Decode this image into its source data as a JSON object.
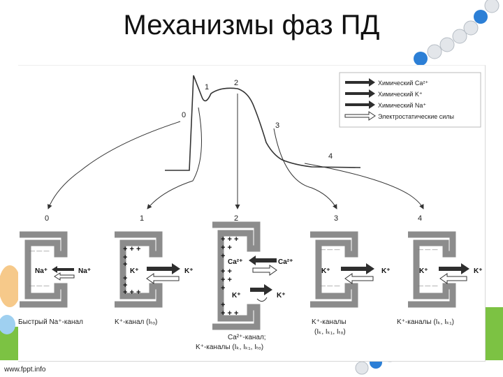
{
  "slide": {
    "title": "Механизмы фаз ПД",
    "footer": "www.fppt.info"
  },
  "legend": {
    "items": [
      {
        "label": "Химический Ca²⁺",
        "style": "dark-arrow"
      },
      {
        "label": "Химический K⁺",
        "style": "dark-arrow"
      },
      {
        "label": "Химический Na⁺",
        "style": "dark-arrow"
      },
      {
        "label": "Электростатические силы",
        "style": "outline-arrow"
      }
    ]
  },
  "curve_phases": [
    "0",
    "1",
    "2",
    "3",
    "4"
  ],
  "channels": [
    {
      "phase": "0",
      "caption_lines": [
        "Быстрый Na⁺-канал"
      ],
      "ions": [
        "Na⁺",
        "Na⁺"
      ]
    },
    {
      "phase": "1",
      "caption_lines": [
        "K⁺-канал (Iₜₒ)"
      ],
      "ions": [
        "K⁺",
        "K⁺"
      ]
    },
    {
      "phase": "2",
      "caption_lines": [
        "Ca²⁺-канал;",
        "K⁺-каналы (Iₖ, Iₖ₁, Iₜₒ)"
      ],
      "ions": [
        "Ca²⁺",
        "Ca²⁺",
        "K⁺",
        "K⁺"
      ]
    },
    {
      "phase": "3",
      "caption_lines": [
        "K⁺-каналы",
        "(Iₖ, Iₖ₁, Iₜₒ)"
      ],
      "ions": [
        "K⁺",
        "K⁺"
      ]
    },
    {
      "phase": "4",
      "caption_lines": [
        "K⁺-каналы (Iₖ, Iₖ₁)"
      ],
      "ions": [
        "K⁺",
        "K⁺"
      ]
    }
  ],
  "colors": {
    "channel_gray": "#8c8c8c",
    "arrow_dark": "#2e2e2e",
    "green": "#7cc243",
    "bead_blue": "#2c7fd6",
    "bead_white": "#e9ecef"
  }
}
